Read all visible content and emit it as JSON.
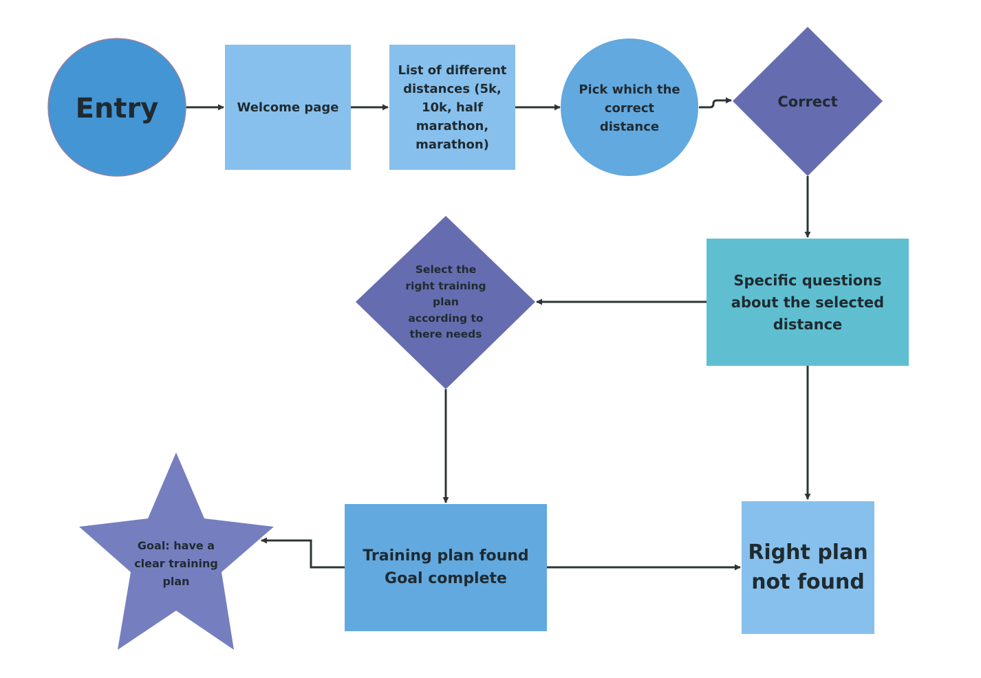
{
  "nodes": {
    "entry": {
      "label": "Entry",
      "shape": "circle",
      "color": "#4495d4"
    },
    "welcome": {
      "label": "Welcome page",
      "shape": "rectangle",
      "color": "#87c0ec"
    },
    "distances": {
      "label": "List of different\ndistances (5k,\n10k, half\nmarathon,\nmarathon)",
      "shape": "rectangle",
      "color": "#87c0ec"
    },
    "pick": {
      "label": "Pick which the\ncorrect\ndistance",
      "shape": "circle",
      "color": "#62a9df"
    },
    "correct": {
      "label": "Correct",
      "shape": "diamond",
      "color": "#666cb0"
    },
    "questions": {
      "label": "Specific questions\nabout the selected\ndistance",
      "shape": "rectangle",
      "color": "#5fbfd0"
    },
    "select": {
      "label": "Select the\nright training\nplan\naccording to\nthere needs",
      "shape": "diamond",
      "color": "#666cb0"
    },
    "found": {
      "label": "Training plan found\nGoal complete",
      "shape": "rectangle",
      "color": "#62a9df"
    },
    "not_found": {
      "label": "Right plan\nnot found",
      "shape": "rectangle",
      "color": "#87c0ec"
    },
    "goal": {
      "label": "Goal: have a\nclear training\nplan",
      "shape": "star",
      "color": "#757fbf"
    }
  },
  "edges": [
    {
      "from": "entry",
      "to": "welcome"
    },
    {
      "from": "welcome",
      "to": "distances"
    },
    {
      "from": "distances",
      "to": "pick"
    },
    {
      "from": "pick",
      "to": "correct"
    },
    {
      "from": "correct",
      "to": "questions"
    },
    {
      "from": "questions",
      "to": "select"
    },
    {
      "from": "questions",
      "to": "not_found"
    },
    {
      "from": "select",
      "to": "found"
    },
    {
      "from": "found",
      "to": "not_found"
    },
    {
      "from": "found",
      "to": "goal"
    }
  ],
  "colors": {
    "arrow": "#2d3436",
    "text": "#1f2a30"
  }
}
